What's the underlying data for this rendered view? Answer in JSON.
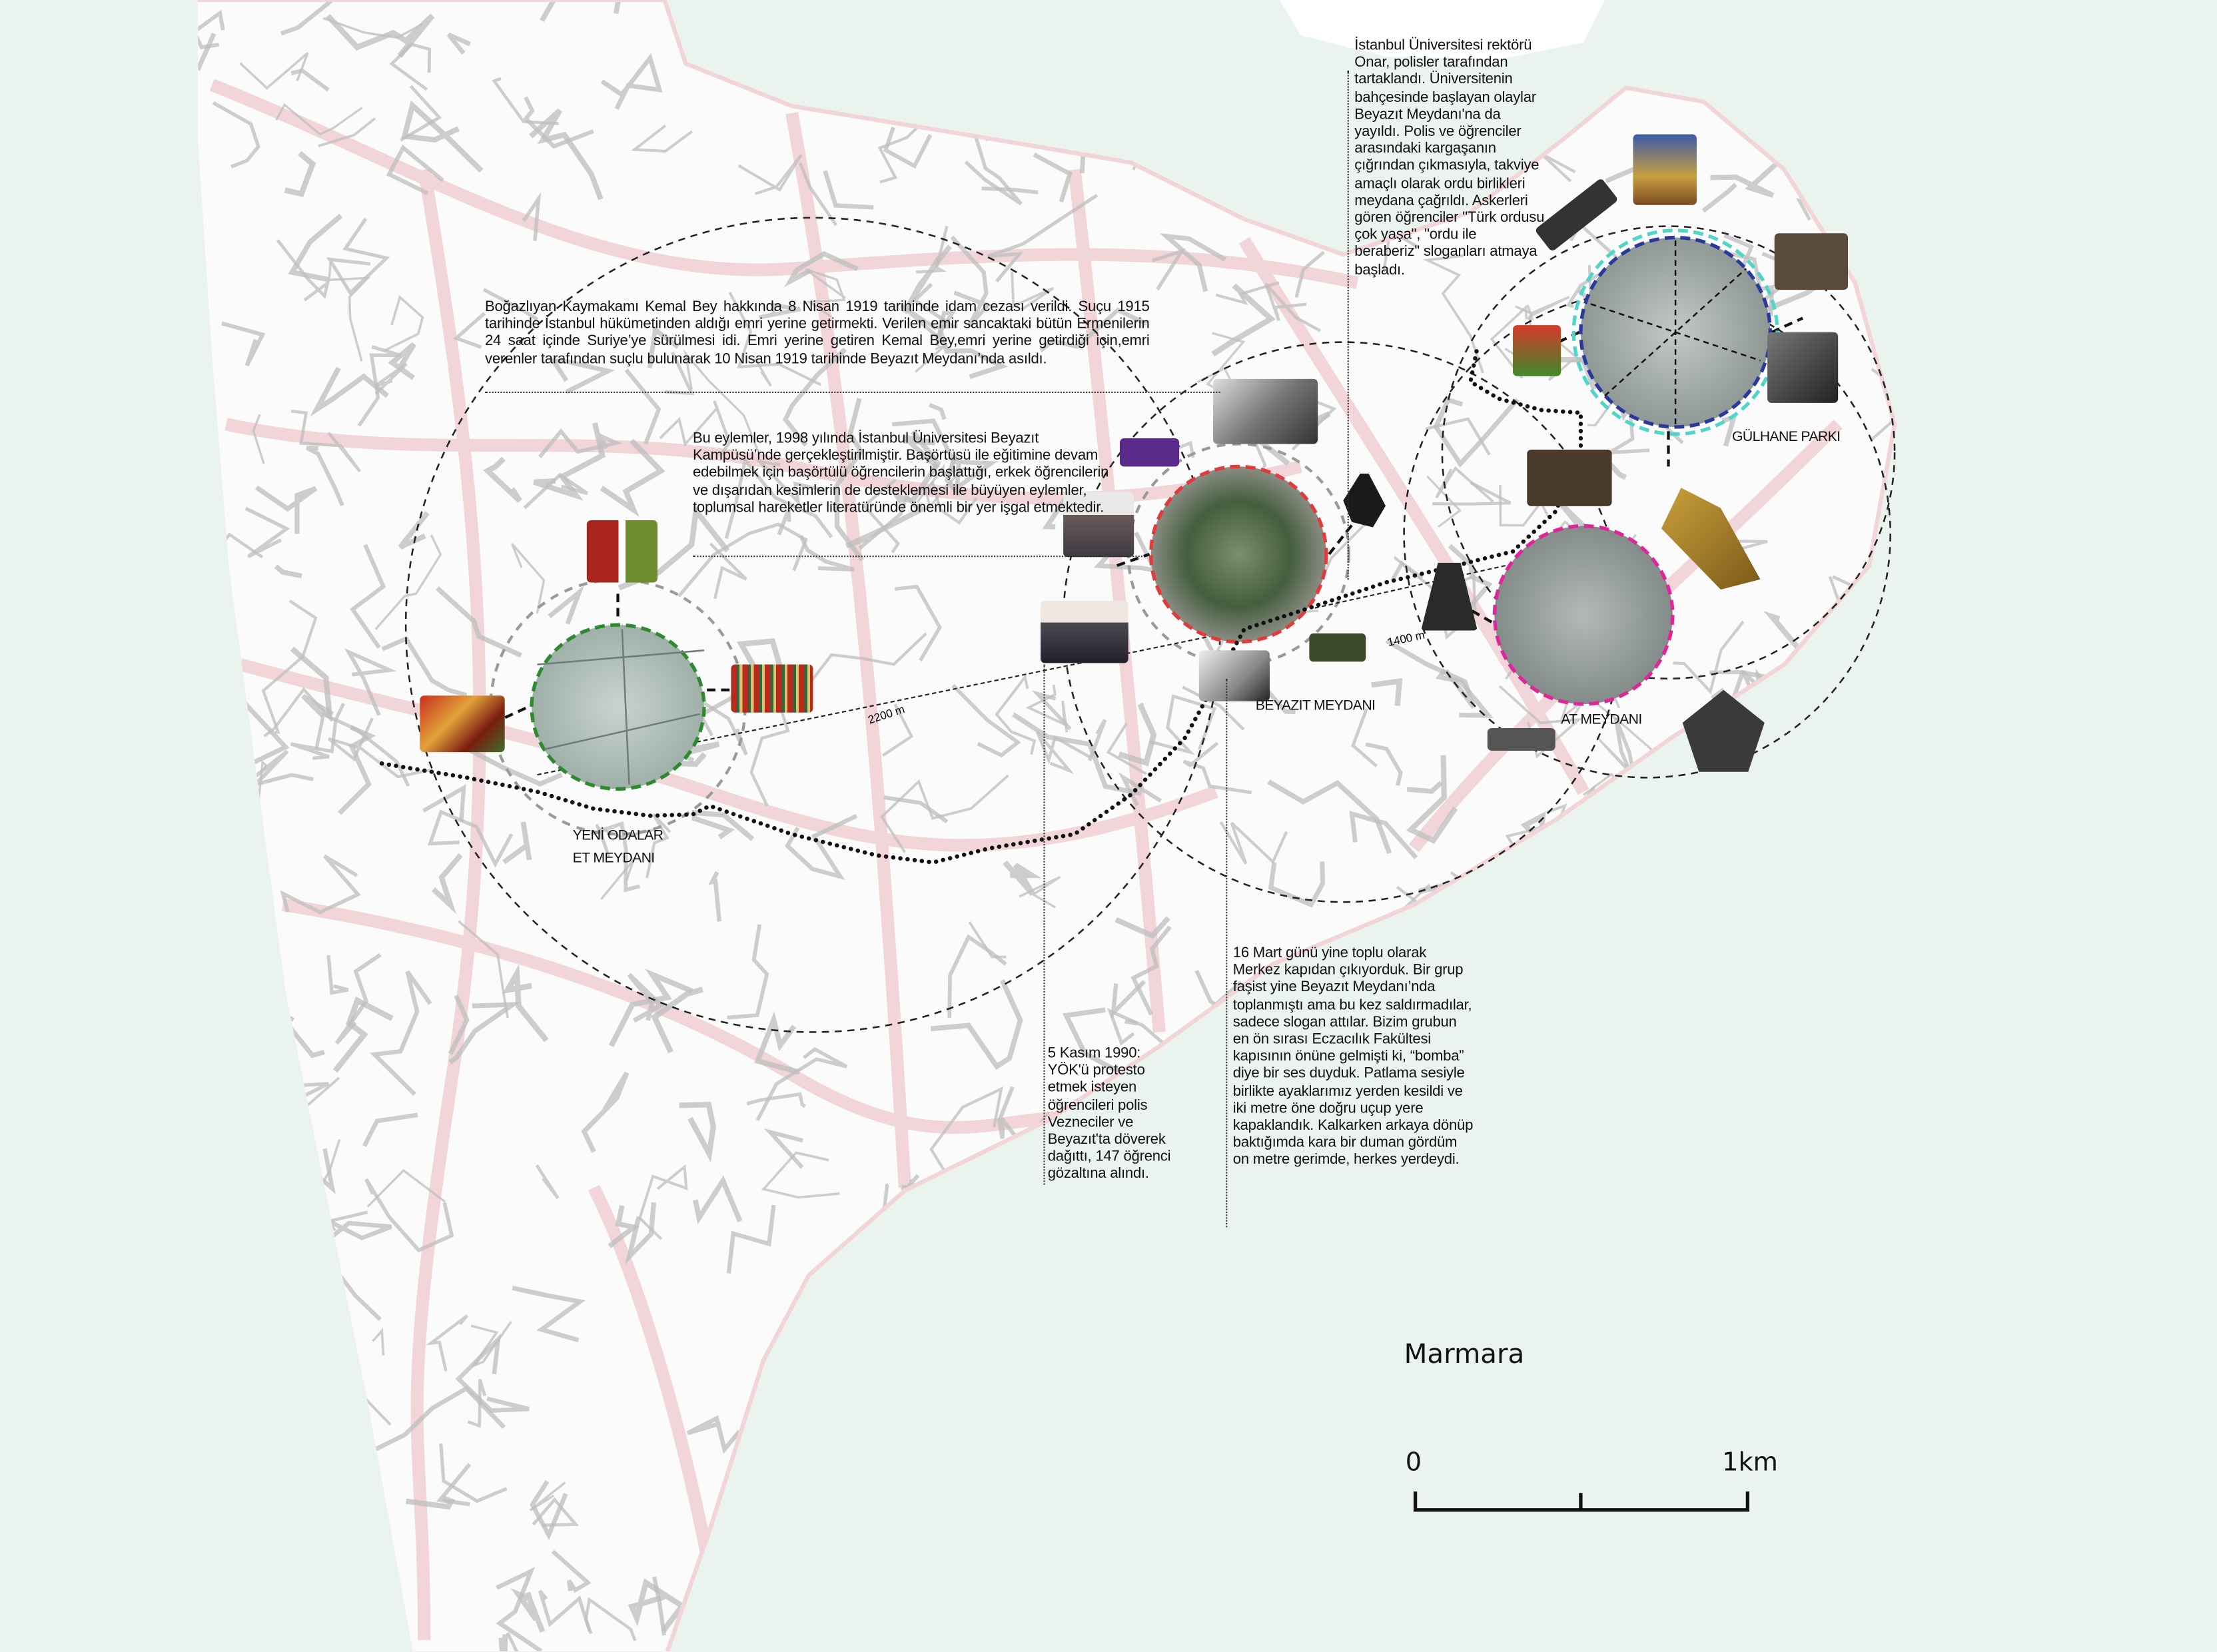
{
  "colors": {
    "sea": "#ebf3ee",
    "land": "#ffffff",
    "streets": "#bdbdbf",
    "main_roads": "#f1d5d8",
    "yeni_odalar_ring": "#2f8a2f",
    "beyazit_ring": "#e23b3b",
    "at_meydani_ring": "#e0259a",
    "gulhane_ring": "#2a3a9a",
    "gulhane_outer_ring": "#4fd6c8"
  },
  "places": {
    "yeni_odalar_line1": "YENİ ODALAR",
    "yeni_odalar_line2": "ET MEYDANI",
    "beyazit": "BEYAZIT MEYDANI",
    "at_meydani": "AT MEYDANI",
    "gulhane": "GÜLHANE PARKI"
  },
  "distances": {
    "yeni_odalar_beyazit": "2200 m",
    "beyazit_at_meydani": "1400 m"
  },
  "annotations": {
    "kemal_bey": "Boğazlıyan Kaymakamı Kemal Bey hakkında 8 Nisan 1919 tarihinde idam cezası verildi. Suçu 1915 tarihinde İstanbul hükümetinden aldığı emri yerine getirmekti. Verilen emir sancaktaki bütün Ermenilerin 24 saat içinde Suriye’ye sürülmesi idi. Emri yerine getiren Kemal Bey,emri yerine getirdiği için,emri verenler tarafından suçlu bulunarak 10 Nisan 1919 tarihinde Beyazıt Meydanı’nda asıldı.",
    "basortusu": "Bu eylemler, 1998 yılında İstanbul Üniversitesi Beyazıt Kampüsü’nde gerçekleştirilmiştir. Başörtüsü ile eğitimine devam edebilmek için başörtülü öğrencilerin başlattığı, erkek öğrencilerin ve dışarıdan kesimlerin de desteklemesi ile büyüyen eylemler, toplumsal hareketler literatüründe önemli bir yer işgal etmektedir.",
    "rektor_onar": "İstanbul Üniversitesi rektörü Onar, polisler tarafından tartaklandı. Üniversitenin bahçesinde başlayan olaylar Beyazıt Meydanı'na da yayıldı. Polis ve öğrenciler arasındaki kargaşanın çığrından çıkmasıyla, takviye amaçlı olarak ordu birlikleri meydana çağrıldı. Askerleri gören öğrenciler \"Türk ordusu çok yaşa\", \"ordu ile beraberiz\" sloganları atmaya başladı.",
    "kasim_1990": "5 Kasım 1990: YÖK'ü protesto etmek isteyen öğrencileri polis Vezneciler ve Beyazıt'ta döverek dağıttı, 147 öğrenci gözaltına alındı.",
    "mart_16": "16 Mart günü yine toplu olarak Merkez kapıdan çıkıyorduk. Bir grup faşist yine Beyazıt Meydanı’nda toplanmıştı ama bu kez saldırmadılar, sadece slogan attılar. Bizim grubun en ön sırası Eczacılık Fakültesi kapısının önüne gelmişti ki, “bomba” diye bir ses duyduk. Patlama sesiyle birlikte ayaklarımız yerden kesildi ve iki metre öne doğru uçup yere kapaklandık. Kalkarken arkaya dönüp baktığımda kara bir duman gördüm on metre gerimde, herkes yerdeydi."
  },
  "sea_label": "Marmara",
  "scale_bar": {
    "start_label": "0",
    "end_label": "1km"
  }
}
